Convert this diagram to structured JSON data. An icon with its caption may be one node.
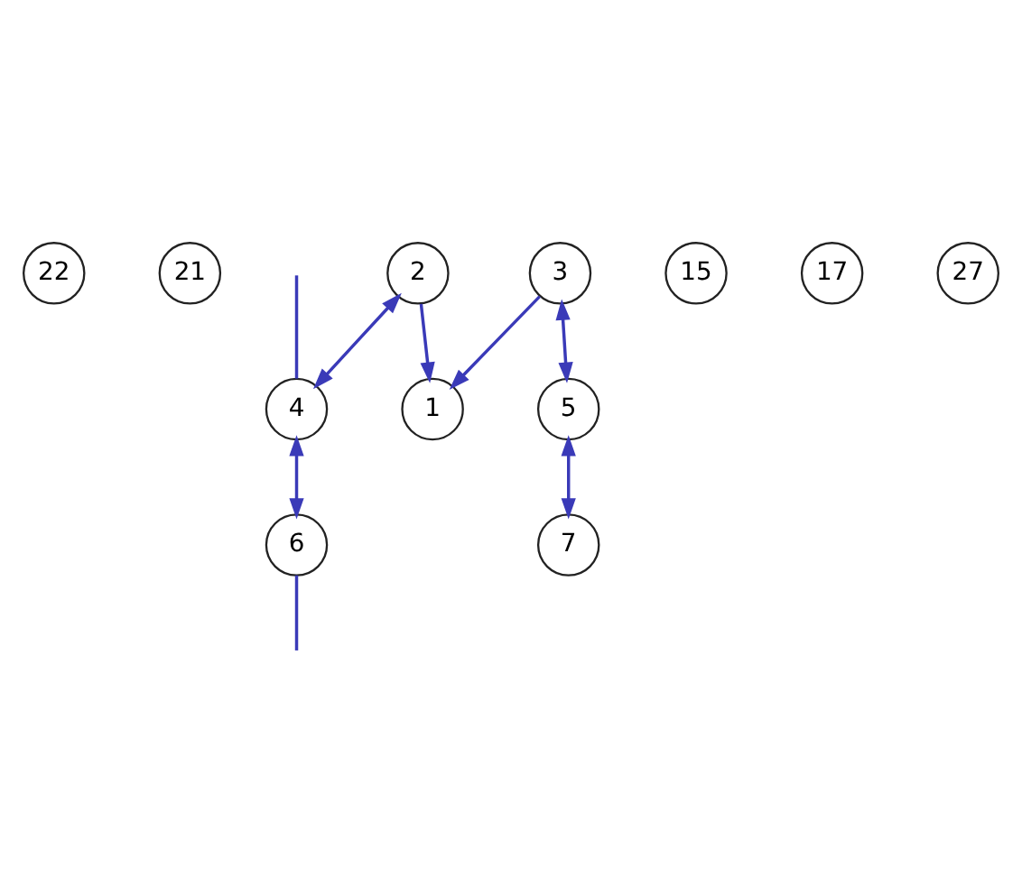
{
  "diagram": {
    "nodes": [
      {
        "text": [
          "22"
        ]
      },
      {
        "text": [
          "21"
        ]
      },
      {
        "text": [
          "1"
        ]
      },
      {
        "text": [
          "2"
        ]
      },
      {
        "text": [
          "3"
        ]
      },
      {
        "text": [
          "15"
        ]
      },
      {
        "text": [
          "17"
        ]
      },
      {
        "text": [
          "5"
        ]
      },
      {
        "text": [
          "4"
        ]
      },
      {
        "text": [
          "27"
        ]
      },
      {
        "text": [
          "7"
        ]
      },
      {
        "text": [
          "6"
        ]
      }
    ],
    "edges": [
      {
        "from": 3,
        "to": 2,
        "arrow": "to"
      },
      {
        "from": 4,
        "to": 2,
        "arrow": "to"
      },
      {
        "from": 3,
        "to": 8,
        "arrow": "both"
      },
      {
        "from": 4,
        "to": 7,
        "arrow": "both"
      },
      {
        "from": 8,
        "to": 11,
        "arrow": "both"
      },
      {
        "from": 7,
        "to": 10,
        "arrow": "both"
      },
      {
        "from": null,
        "to": 8,
        "arrow": "none"
      },
      {
        "from": 11,
        "to": null,
        "arrow": "none"
      }
    ]
  }
}
